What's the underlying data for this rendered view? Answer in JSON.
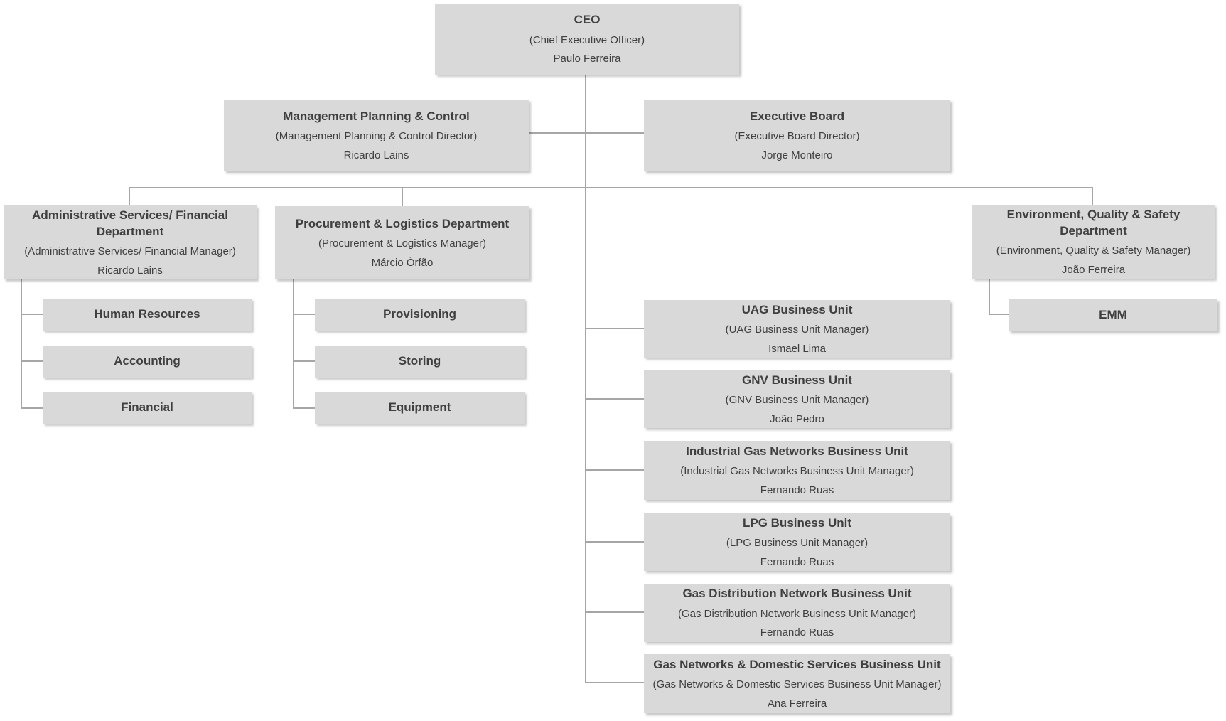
{
  "colors": {
    "box_fill": "#d9d9d9",
    "text": "#3f3f3f",
    "connector": "#a6a6a6",
    "background": "#ffffff"
  },
  "org": {
    "ceo": {
      "title": "CEO",
      "subtitle": "(Chief Executive Officer)",
      "name": "Paulo Ferreira"
    },
    "mpc": {
      "title": "Management Planning & Control",
      "subtitle": "(Management Planning & Control Director)",
      "name": "Ricardo Lains"
    },
    "eb": {
      "title": "Executive Board",
      "subtitle": "(Executive Board Director)",
      "name": "Jorge Monteiro"
    },
    "admin": {
      "title": "Administrative Services/ Financial Department",
      "subtitle": "(Administrative Services/ Financial Manager)",
      "name": "Ricardo Lains"
    },
    "proc": {
      "title": "Procurement & Logistics Department",
      "subtitle": "(Procurement & Logistics Manager)",
      "name": "Márcio Órfão"
    },
    "env": {
      "title": "Environment, Quality & Safety Department",
      "subtitle": "(Environment, Quality & Safety Manager)",
      "name": "João Ferreira"
    },
    "hr": {
      "title": "Human Resources"
    },
    "acc": {
      "title": "Accounting"
    },
    "fin": {
      "title": "Financial"
    },
    "prov": {
      "title": "Provisioning"
    },
    "stor": {
      "title": "Storing"
    },
    "equip": {
      "title": "Equipment"
    },
    "emm": {
      "title": "EMM"
    },
    "uag": {
      "title": "UAG Business Unit",
      "subtitle": "(UAG Business Unit Manager)",
      "name": "Ismael Lima"
    },
    "gnv": {
      "title": "GNV Business Unit",
      "subtitle": "(GNV Business Unit Manager)",
      "name": "João Pedro"
    },
    "ign": {
      "title": "Industrial Gas Networks Business Unit",
      "subtitle": "(Industrial Gas Networks Business Unit Manager)",
      "name": "Fernando Ruas"
    },
    "lpg": {
      "title": "LPG Business Unit",
      "subtitle": "(LPG Business Unit Manager)",
      "name": "Fernando Ruas"
    },
    "gdn": {
      "title": "Gas Distribution Network Business Unit",
      "subtitle": "(Gas Distribution Network Business Unit Manager)",
      "name": "Fernando Ruas"
    },
    "gnds": {
      "title": "Gas Networks & Domestic Services Business Unit",
      "subtitle": "(Gas Networks & Domestic Services Business Unit Manager)",
      "name": "Ana Ferreira"
    }
  }
}
